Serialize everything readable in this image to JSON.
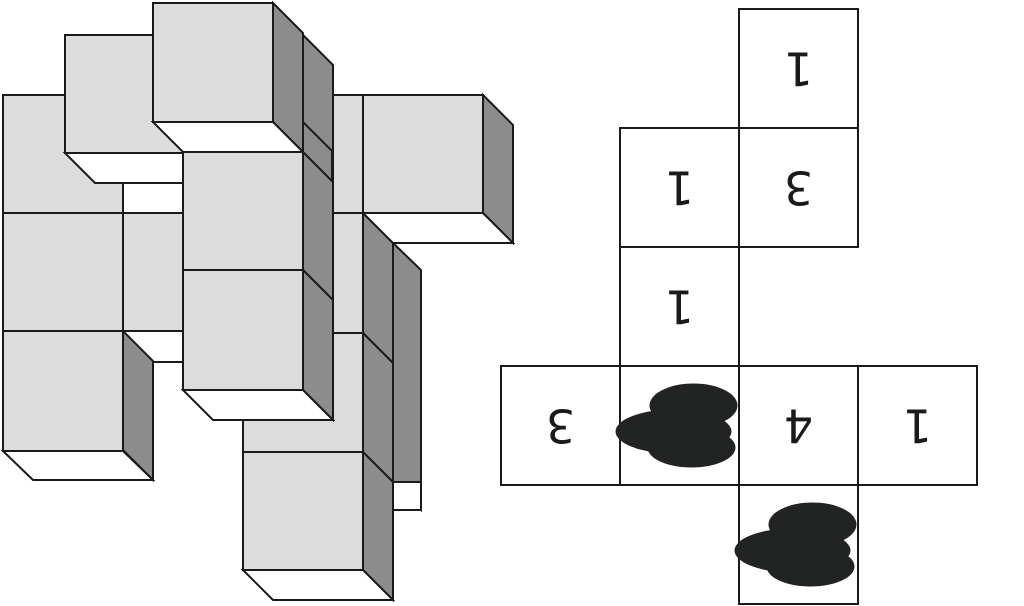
{
  "net": {
    "cells": [
      {
        "name": "top-cell",
        "label": "1",
        "rotate": 180
      },
      {
        "name": "upper-left-cell",
        "label": "1",
        "rotate": 180
      },
      {
        "name": "upper-right-cell",
        "label": "3",
        "rotate": 180
      },
      {
        "name": "middle-cell",
        "label": "1",
        "rotate": 180
      },
      {
        "name": "row-cell-1",
        "label": "3",
        "rotate": 180
      },
      {
        "name": "row-cell-2",
        "label": "",
        "symbol": "blob-pair-horizontal"
      },
      {
        "name": "row-cell-3",
        "label": "4",
        "rotate": 180
      },
      {
        "name": "row-cell-4",
        "label": "1",
        "rotate": 180
      },
      {
        "name": "bottom-cell",
        "label": "",
        "symbol": "blob-pair-horizontal"
      }
    ]
  },
  "colors": {
    "cube_front": "#dcdcdc",
    "cube_side": "#8c8c8c",
    "cube_bottom": "#ffffff",
    "outline": "#1a1a1a",
    "symbol": "#222423"
  }
}
